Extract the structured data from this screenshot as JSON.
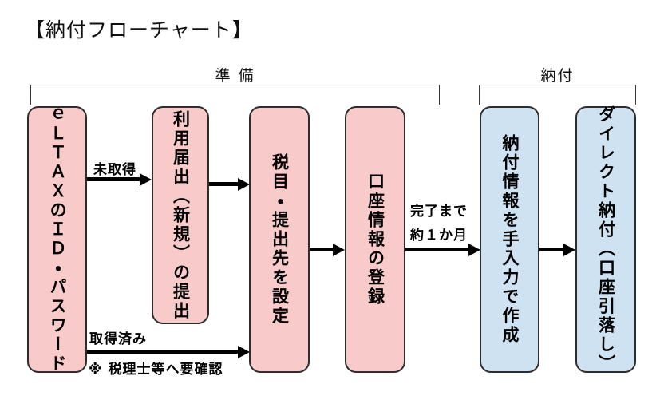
{
  "title": "【納付フローチャート】",
  "phases": {
    "preparation": "準 備",
    "payment": "納付"
  },
  "boxes": [
    {
      "name": "eltax-id-password",
      "text": "ｅＬＴＡＸのＩＤ・パスワード",
      "color": "#f9caca"
    },
    {
      "name": "usage-report-submission",
      "text": "利用届出（新規）の提出",
      "color": "#f9caca"
    },
    {
      "name": "tax-item-destination",
      "text": "税目・提出先を設定",
      "color": "#f9caca"
    },
    {
      "name": "account-info-registration",
      "text": "口座情報の登録",
      "color": "#f9caca"
    },
    {
      "name": "payment-info-manual-entry",
      "text": "納付情報を手入力で作成",
      "color": "#cfe2f2"
    },
    {
      "name": "direct-payment-debit",
      "text": "ダイレクト納付（口座引落し）",
      "color": "#cfe2f2"
    }
  ],
  "annotations": {
    "not_acquired": "未取得",
    "acquired": "取得済み",
    "accountant_note": "※ 税理士等へ要確認",
    "completion_line1": "完了まで",
    "completion_line2": "約１か月"
  },
  "colors": {
    "box_pink": "#f9caca",
    "box_blue": "#cfe2f2",
    "box_border": "#2d2d2d",
    "bracket": "#3a3a3a",
    "arrow": "#000000",
    "text": "#000000"
  }
}
